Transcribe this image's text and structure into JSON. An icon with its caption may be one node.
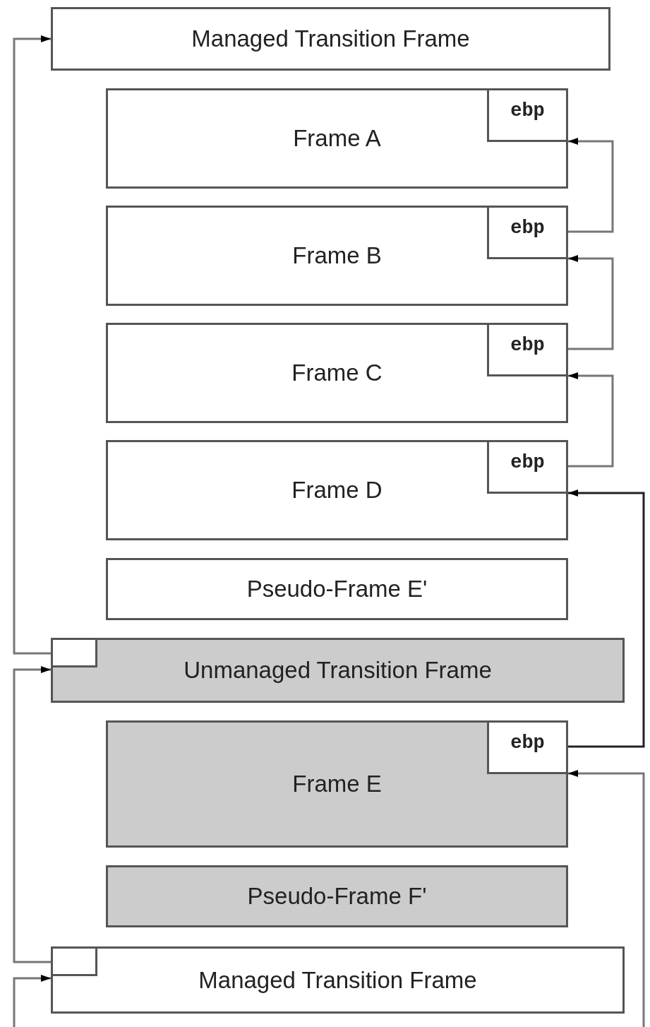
{
  "diagram": {
    "nodes": [
      {
        "text": [
          "Managed Transition Frame"
        ]
      },
      {
        "text": [
          "Frame A"
        ]
      },
      {
        "text": [
          "ebp"
        ],
        "in": 1
      },
      {
        "text": [
          "Frame B"
        ]
      },
      {
        "text": [
          "ebp"
        ],
        "in": 3
      },
      {
        "text": [
          "Frame C"
        ]
      },
      {
        "text": [
          "ebp"
        ],
        "in": 5
      },
      {
        "text": [
          "Frame D"
        ]
      },
      {
        "text": [
          "ebp"
        ],
        "in": 7
      },
      {
        "text": [
          "Pseudo-Frame E'"
        ]
      },
      {
        "text": [
          "Unmanaged Transition Frame"
        ]
      },
      {
        "text": [],
        "shape": "box",
        "in": 10
      },
      {
        "text": [
          "Frame E"
        ]
      },
      {
        "text": [
          "ebp"
        ],
        "in": 12
      },
      {
        "text": [
          "Pseudo-Frame F'"
        ]
      },
      {
        "text": [
          "Managed Transition Frame"
        ]
      },
      {
        "text": [],
        "shape": "box",
        "in": 15
      }
    ],
    "edges": [
      {
        "from": 4,
        "to": 2,
        "arrow": "to"
      },
      {
        "from": 6,
        "to": 4,
        "arrow": "to"
      },
      {
        "from": 8,
        "to": 6,
        "arrow": "to"
      },
      {
        "from": 13,
        "to": 8,
        "arrow": "to",
        "color": "#222222"
      },
      {
        "from": null,
        "to": 13,
        "arrow": "to"
      },
      {
        "from": 11,
        "to": 0,
        "arrow": "to"
      },
      {
        "from": 16,
        "to": 10,
        "arrow": "to"
      },
      {
        "from": null,
        "to": 15,
        "arrow": "to"
      }
    ]
  }
}
